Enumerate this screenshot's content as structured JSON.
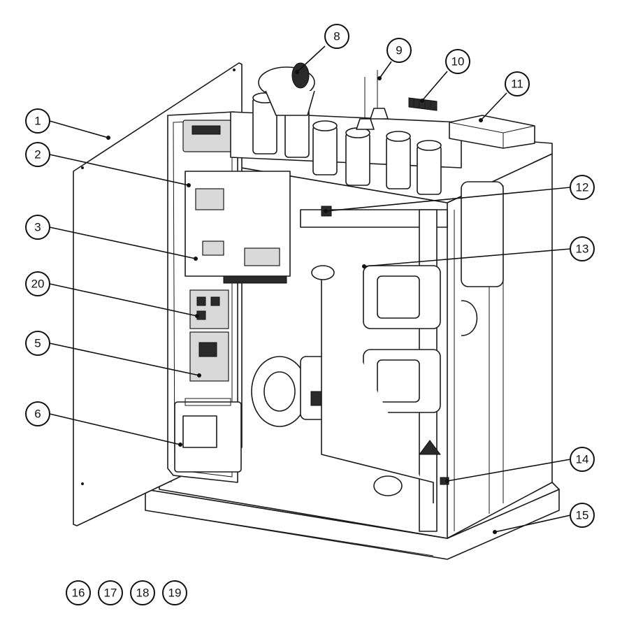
{
  "callouts": [
    {
      "id": "1",
      "label": "1"
    },
    {
      "id": "2",
      "label": "2"
    },
    {
      "id": "3",
      "label": "3"
    },
    {
      "id": "20",
      "label": "20"
    },
    {
      "id": "5",
      "label": "5"
    },
    {
      "id": "6",
      "label": "6"
    },
    {
      "id": "8",
      "label": "8"
    },
    {
      "id": "9",
      "label": "9"
    },
    {
      "id": "10",
      "label": "10"
    },
    {
      "id": "11",
      "label": "11"
    },
    {
      "id": "12",
      "label": "12"
    },
    {
      "id": "13",
      "label": "13"
    },
    {
      "id": "14",
      "label": "14"
    },
    {
      "id": "15",
      "label": "15"
    },
    {
      "id": "16",
      "label": "16"
    },
    {
      "id": "17",
      "label": "17"
    },
    {
      "id": "18",
      "label": "18"
    },
    {
      "id": "19",
      "label": "19"
    }
  ]
}
